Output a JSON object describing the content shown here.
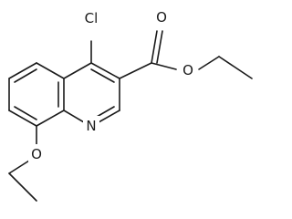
{
  "structure": {
    "atoms": [
      {
        "id": "cl",
        "symbol": "Cl"
      },
      {
        "id": "o_carbonyl",
        "symbol": "O"
      },
      {
        "id": "o_ester",
        "symbol": "O"
      },
      {
        "id": "n_ring",
        "symbol": "N"
      },
      {
        "id": "o_ether",
        "symbol": "O"
      }
    ]
  }
}
